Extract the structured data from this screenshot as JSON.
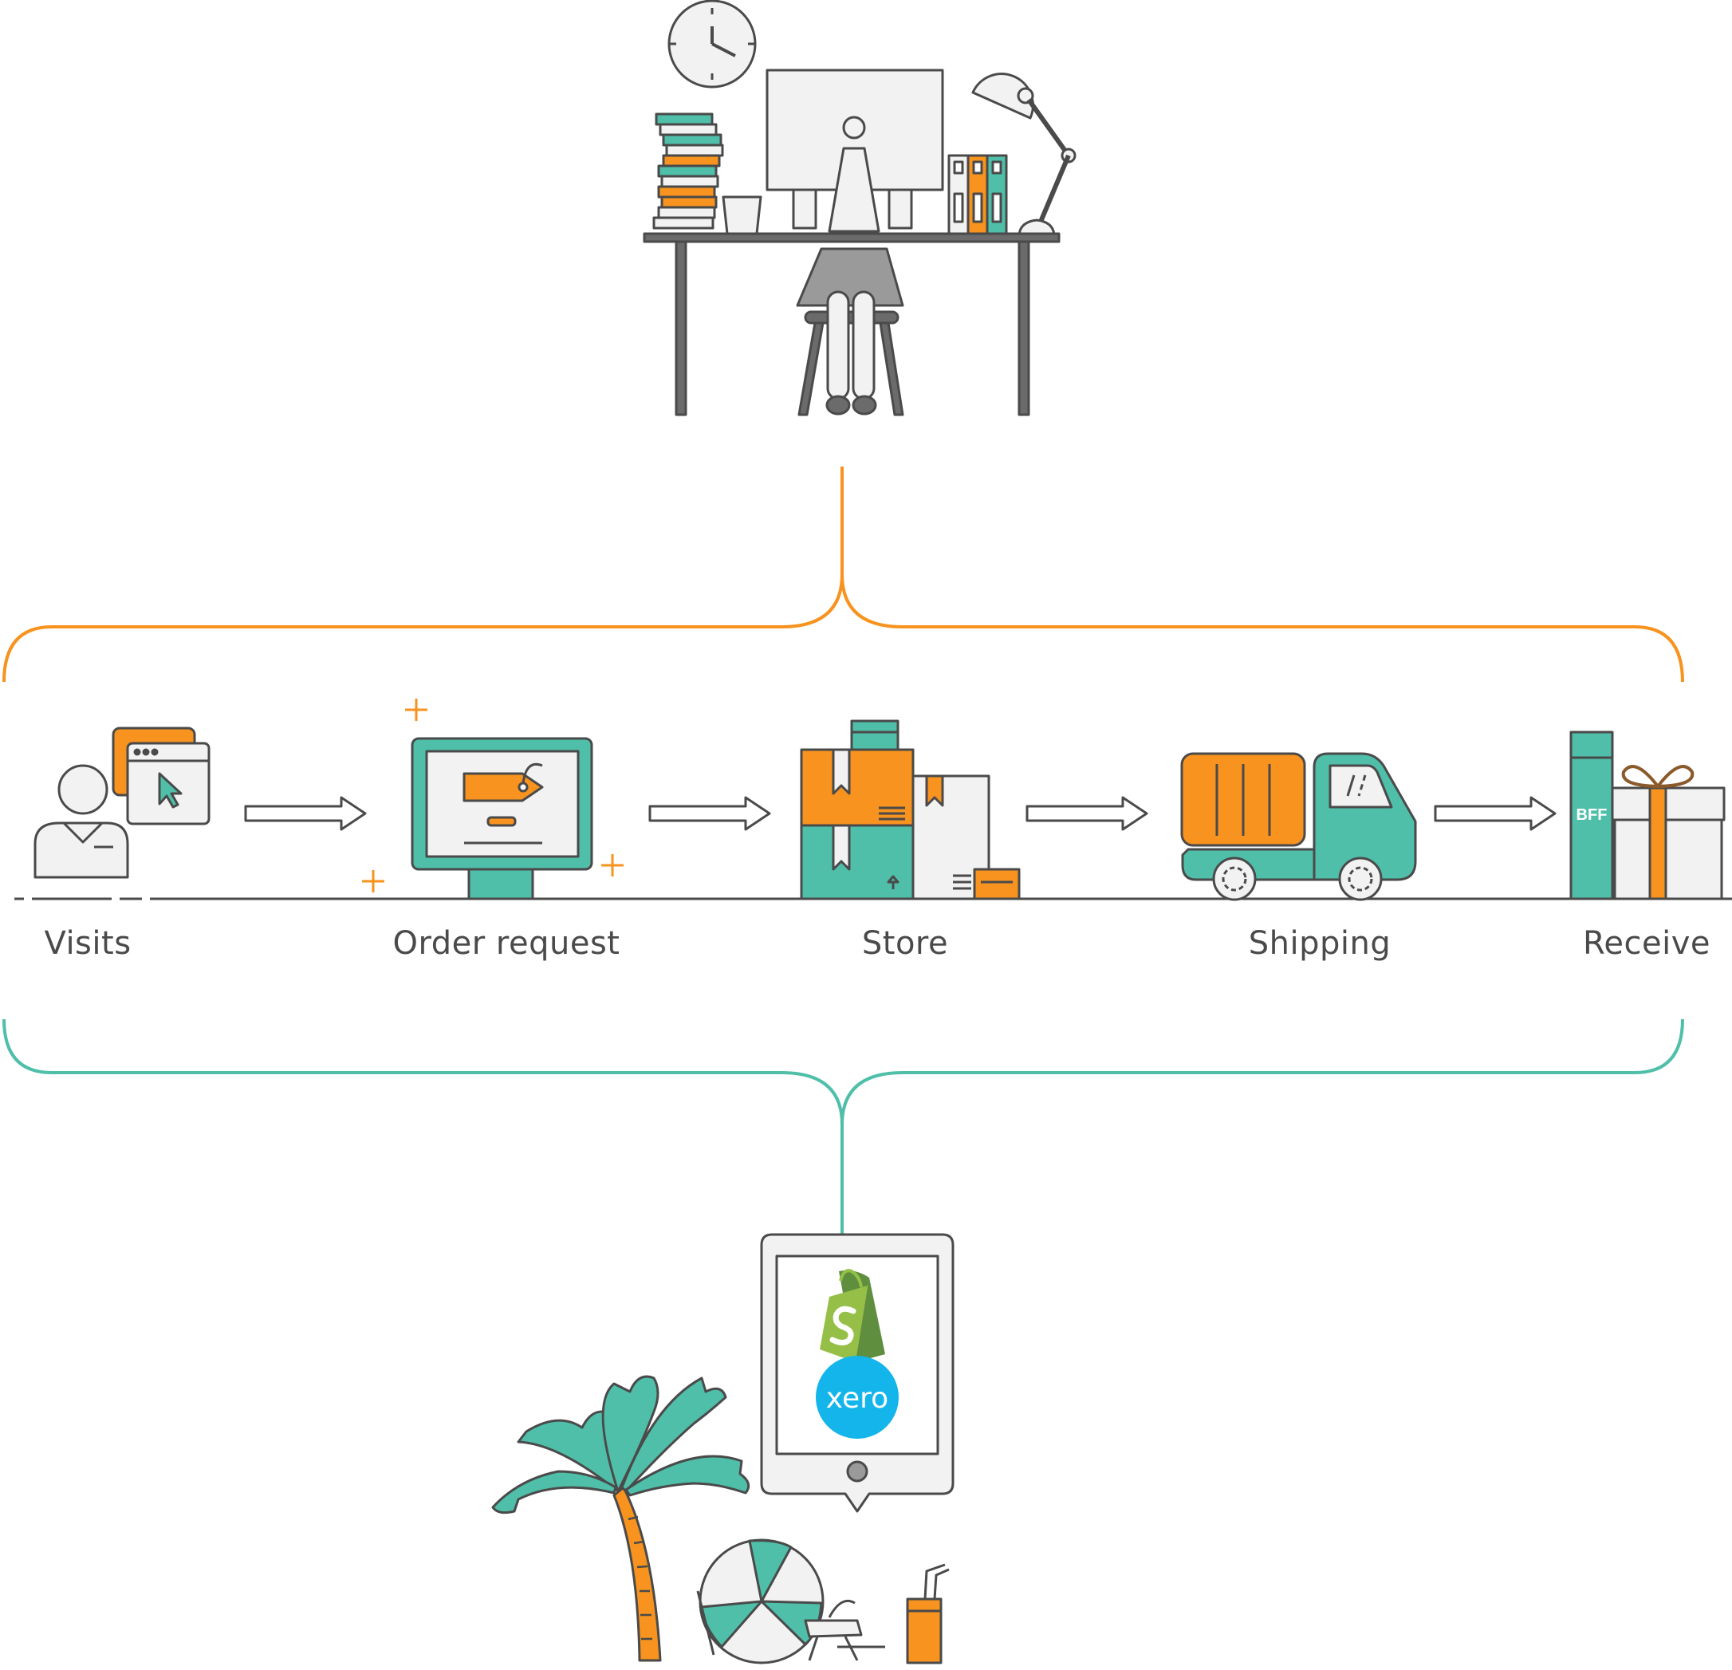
{
  "steps": [
    {
      "label": "Visits",
      "icon": "visitor-browser-icon"
    },
    {
      "label": "Order request",
      "icon": "monitor-price-tag-icon"
    },
    {
      "label": "Store",
      "icon": "stacked-boxes-icon"
    },
    {
      "label": "Shipping",
      "icon": "delivery-truck-icon"
    },
    {
      "label": "Receive",
      "icon": "gift-box-icon"
    }
  ],
  "receive_book_text": "BFF",
  "logos": {
    "xero_text": "xero"
  },
  "colors": {
    "orange": "#f7931e",
    "teal": "#4fbfa9",
    "outline": "#4a4a4a",
    "fill_light": "#f2f2f2",
    "shopify_green": "#95bf47",
    "xero_blue": "#13b5ea"
  }
}
